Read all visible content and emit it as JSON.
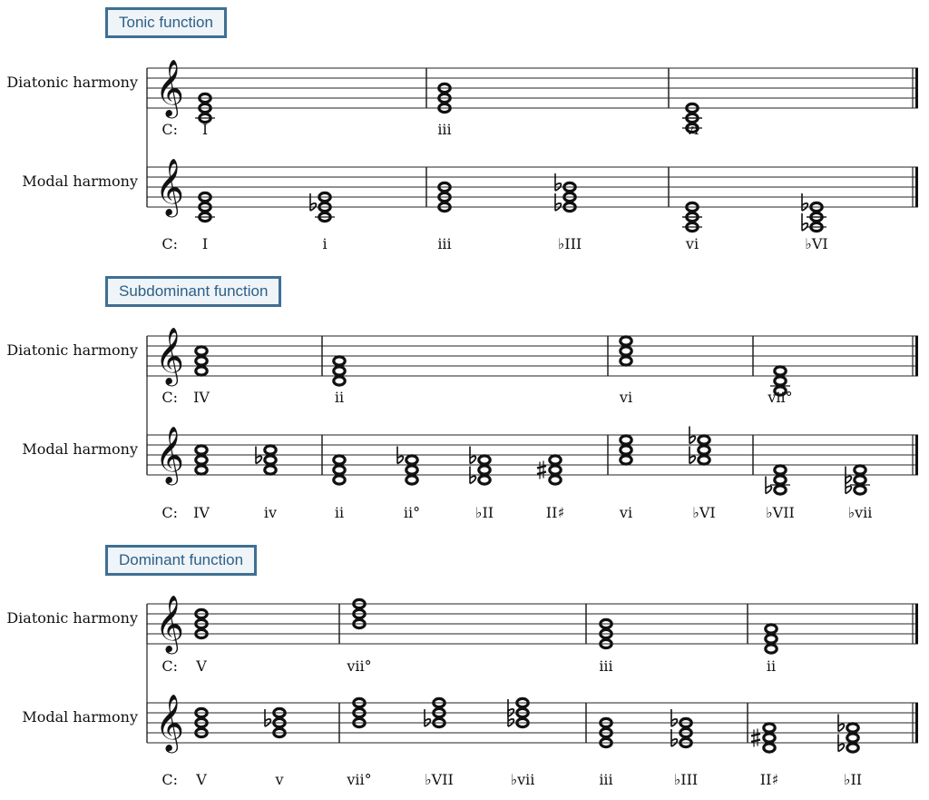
{
  "key_label": "C:",
  "sections": [
    {
      "title": "Tonic function",
      "rows": [
        {
          "label": "Diatonic harmony",
          "chords": [
            {
              "numeral": "I",
              "notes": [
                {
                  "p": "C4"
                },
                {
                  "p": "E4"
                },
                {
                  "p": "G4"
                }
              ]
            },
            {
              "numeral": "iii",
              "notes": [
                {
                  "p": "E4"
                },
                {
                  "p": "G4"
                },
                {
                  "p": "B4"
                }
              ]
            },
            {
              "numeral": "vi",
              "notes": [
                {
                  "p": "A3"
                },
                {
                  "p": "C4"
                },
                {
                  "p": "E4"
                }
              ]
            }
          ]
        },
        {
          "label": "Modal harmony",
          "chords": [
            {
              "numeral": "I",
              "notes": [
                {
                  "p": "C4"
                },
                {
                  "p": "E4"
                },
                {
                  "p": "G4"
                }
              ]
            },
            {
              "numeral": "i",
              "notes": [
                {
                  "p": "C4"
                },
                {
                  "p": "E4",
                  "acc": "flat"
                },
                {
                  "p": "G4"
                }
              ]
            },
            {
              "numeral": "iii",
              "notes": [
                {
                  "p": "E4"
                },
                {
                  "p": "G4"
                },
                {
                  "p": "B4"
                }
              ]
            },
            {
              "numeral": "♭III",
              "notes": [
                {
                  "p": "E4",
                  "acc": "flat"
                },
                {
                  "p": "G4"
                },
                {
                  "p": "B4",
                  "acc": "flat"
                }
              ]
            },
            {
              "numeral": "vi",
              "notes": [
                {
                  "p": "A3"
                },
                {
                  "p": "C4"
                },
                {
                  "p": "E4"
                }
              ]
            },
            {
              "numeral": "♭VI",
              "notes": [
                {
                  "p": "A3",
                  "acc": "flat"
                },
                {
                  "p": "C4"
                },
                {
                  "p": "E4",
                  "acc": "flat"
                }
              ]
            }
          ]
        }
      ]
    },
    {
      "title": "Subdominant function",
      "rows": [
        {
          "label": "Diatonic harmony",
          "chords": [
            {
              "numeral": "IV",
              "notes": [
                {
                  "p": "F4"
                },
                {
                  "p": "A4"
                },
                {
                  "p": "C5"
                }
              ]
            },
            {
              "numeral": "ii",
              "notes": [
                {
                  "p": "D4"
                },
                {
                  "p": "F4"
                },
                {
                  "p": "A4"
                }
              ]
            },
            {
              "numeral": "vi",
              "notes": [
                {
                  "p": "A4"
                },
                {
                  "p": "C5"
                },
                {
                  "p": "E5"
                }
              ]
            },
            {
              "numeral": "vii°",
              "notes": [
                {
                  "p": "B3"
                },
                {
                  "p": "D4"
                },
                {
                  "p": "F4"
                }
              ]
            }
          ]
        },
        {
          "label": "Modal harmony",
          "chords": [
            {
              "numeral": "IV",
              "notes": [
                {
                  "p": "F4"
                },
                {
                  "p": "A4"
                },
                {
                  "p": "C5"
                }
              ]
            },
            {
              "numeral": "iv",
              "notes": [
                {
                  "p": "F4"
                },
                {
                  "p": "A4",
                  "acc": "flat"
                },
                {
                  "p": "C5"
                }
              ]
            },
            {
              "numeral": "ii",
              "notes": [
                {
                  "p": "D4"
                },
                {
                  "p": "F4"
                },
                {
                  "p": "A4"
                }
              ]
            },
            {
              "numeral": "ii°",
              "notes": [
                {
                  "p": "D4"
                },
                {
                  "p": "F4"
                },
                {
                  "p": "A4",
                  "acc": "flat"
                }
              ]
            },
            {
              "numeral": "♭II",
              "notes": [
                {
                  "p": "D4",
                  "acc": "flat"
                },
                {
                  "p": "F4"
                },
                {
                  "p": "A4",
                  "acc": "flat"
                }
              ]
            },
            {
              "numeral": "II♯",
              "notes": [
                {
                  "p": "D4"
                },
                {
                  "p": "F4",
                  "acc": "sharp"
                },
                {
                  "p": "A4"
                }
              ]
            },
            {
              "numeral": "vi",
              "notes": [
                {
                  "p": "A4"
                },
                {
                  "p": "C5"
                },
                {
                  "p": "E5"
                }
              ]
            },
            {
              "numeral": "♭VI",
              "notes": [
                {
                  "p": "A4",
                  "acc": "flat"
                },
                {
                  "p": "C5"
                },
                {
                  "p": "E5",
                  "acc": "flat"
                }
              ]
            },
            {
              "numeral": "♭VII",
              "notes": [
                {
                  "p": "B3",
                  "acc": "flat"
                },
                {
                  "p": "D4"
                },
                {
                  "p": "F4"
                }
              ]
            },
            {
              "numeral": "♭vii",
              "notes": [
                {
                  "p": "B3",
                  "acc": "flat"
                },
                {
                  "p": "D4",
                  "acc": "flat"
                },
                {
                  "p": "F4"
                }
              ]
            }
          ]
        }
      ]
    },
    {
      "title": "Dominant function",
      "rows": [
        {
          "label": "Diatonic harmony",
          "chords": [
            {
              "numeral": "V",
              "notes": [
                {
                  "p": "G4"
                },
                {
                  "p": "B4"
                },
                {
                  "p": "D5"
                }
              ]
            },
            {
              "numeral": "vii°",
              "notes": [
                {
                  "p": "B4"
                },
                {
                  "p": "D5"
                },
                {
                  "p": "F5"
                }
              ]
            },
            {
              "numeral": "iii",
              "notes": [
                {
                  "p": "E4"
                },
                {
                  "p": "G4"
                },
                {
                  "p": "B4"
                }
              ]
            },
            {
              "numeral": "ii",
              "notes": [
                {
                  "p": "D4"
                },
                {
                  "p": "F4"
                },
                {
                  "p": "A4"
                }
              ]
            }
          ]
        },
        {
          "label": "Modal harmony",
          "chords": [
            {
              "numeral": "V",
              "notes": [
                {
                  "p": "G4"
                },
                {
                  "p": "B4"
                },
                {
                  "p": "D5"
                }
              ]
            },
            {
              "numeral": "v",
              "notes": [
                {
                  "p": "G4"
                },
                {
                  "p": "B4",
                  "acc": "flat"
                },
                {
                  "p": "D5"
                }
              ]
            },
            {
              "numeral": "vii°",
              "notes": [
                {
                  "p": "B4"
                },
                {
                  "p": "D5"
                },
                {
                  "p": "F5"
                }
              ]
            },
            {
              "numeral": "♭VII",
              "notes": [
                {
                  "p": "B4",
                  "acc": "flat"
                },
                {
                  "p": "D5"
                },
                {
                  "p": "F5"
                }
              ]
            },
            {
              "numeral": "♭vii",
              "notes": [
                {
                  "p": "B4",
                  "acc": "flat"
                },
                {
                  "p": "D5",
                  "acc": "flat"
                },
                {
                  "p": "F5"
                }
              ]
            },
            {
              "numeral": "iii",
              "notes": [
                {
                  "p": "E4"
                },
                {
                  "p": "G4"
                },
                {
                  "p": "B4"
                }
              ]
            },
            {
              "numeral": "♭III",
              "notes": [
                {
                  "p": "E4",
                  "acc": "flat"
                },
                {
                  "p": "G4"
                },
                {
                  "p": "B4",
                  "acc": "flat"
                }
              ]
            },
            {
              "numeral": "II♯",
              "notes": [
                {
                  "p": "D4"
                },
                {
                  "p": "F4",
                  "acc": "sharp"
                },
                {
                  "p": "A4"
                }
              ]
            },
            {
              "numeral": "♭II",
              "notes": [
                {
                  "p": "D4",
                  "acc": "flat"
                },
                {
                  "p": "F4"
                },
                {
                  "p": "A4",
                  "acc": "flat"
                }
              ]
            }
          ]
        }
      ]
    }
  ]
}
